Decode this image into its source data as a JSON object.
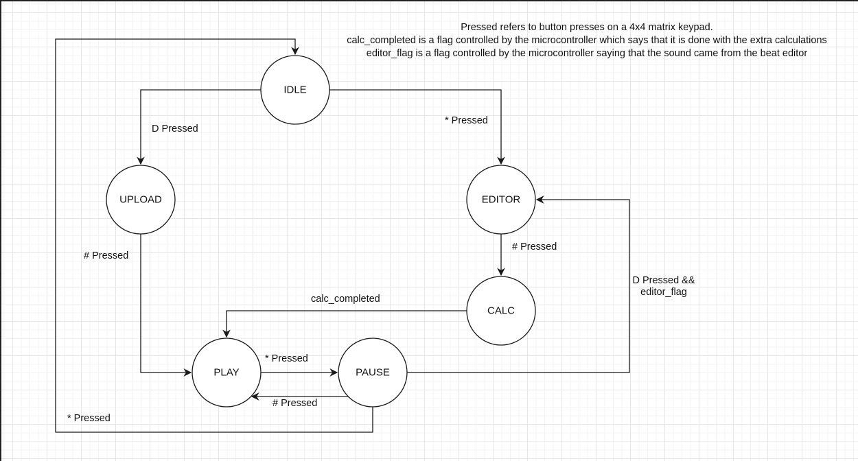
{
  "notes": [
    "Pressed refers to button presses on a 4x4 matrix keypad.",
    "calc_completed is a flag controlled by the microcontroller which says that it is done with the extra calculations",
    "editor_flag is a flag controlled by the microcontroller saying that the sound came from the beat editor"
  ],
  "states": {
    "idle": "IDLE",
    "upload": "UPLOAD",
    "editor": "EDITOR",
    "calc": "CALC",
    "play": "PLAY",
    "pause": "PAUSE"
  },
  "transitions": {
    "idle_to_upload": {
      "from": "IDLE",
      "to": "UPLOAD",
      "label": "D Pressed"
    },
    "idle_to_editor": {
      "from": "IDLE",
      "to": "EDITOR",
      "label": "* Pressed"
    },
    "upload_to_play": {
      "from": "UPLOAD",
      "to": "PLAY",
      "label": "# Pressed"
    },
    "editor_to_calc": {
      "from": "EDITOR",
      "to": "CALC",
      "label": "# Pressed"
    },
    "calc_to_play": {
      "from": "CALC",
      "to": "PLAY",
      "label": "calc_completed"
    },
    "play_to_pause": {
      "from": "PLAY",
      "to": "PAUSE",
      "label": "* Pressed"
    },
    "pause_to_play": {
      "from": "PAUSE",
      "to": "PLAY",
      "label": "# Pressed"
    },
    "pause_to_editor": {
      "from": "PAUSE",
      "to": "EDITOR",
      "label_line1": "D Pressed &&",
      "label_line2": "editor_flag"
    },
    "pause_to_idle": {
      "from": "PAUSE",
      "to": "IDLE",
      "label": "* Pressed"
    }
  }
}
